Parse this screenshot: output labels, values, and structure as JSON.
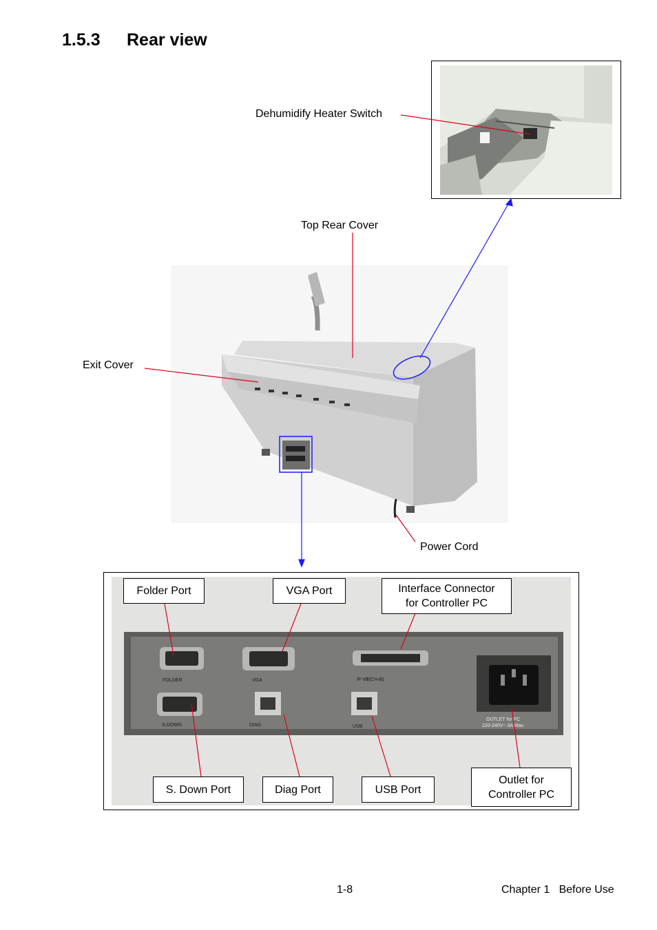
{
  "section": {
    "number": "1.5.3",
    "title": "Rear view"
  },
  "callouts": {
    "dehumidify": "Dehumidify Heater Switch",
    "top_rear_cover": "Top Rear Cover",
    "exit_cover": "Exit Cover",
    "power_cord": "Power Cord"
  },
  "ports": {
    "folder": "Folder Port",
    "vga": "VGA Port",
    "interface_line1": "Interface Connector",
    "interface_line2": "for Controller PC",
    "s_down": "S. Down Port",
    "diag": "Diag Port",
    "usb": "USB Port",
    "outlet_line1": "Outlet for",
    "outlet_line2": "Controller PC"
  },
  "panel_labels": {
    "folder": "FOLDER",
    "vga": "VGA",
    "if": "IF-Ⅷ(CH-B)",
    "sdown": "S.DOWN",
    "diag": "DIAG.",
    "usb": "USB",
    "outlet1": "OUTLET for PC",
    "outlet2": "220-240V~ 3A Max."
  },
  "footer": {
    "page": "1-8",
    "chapter": "Chapter 1   Before Use"
  },
  "colors": {
    "leader_red": "#e0001a",
    "leader_blue": "#1a1aff",
    "machine": "#c8c9c8",
    "panel": "#6e6e6c"
  }
}
